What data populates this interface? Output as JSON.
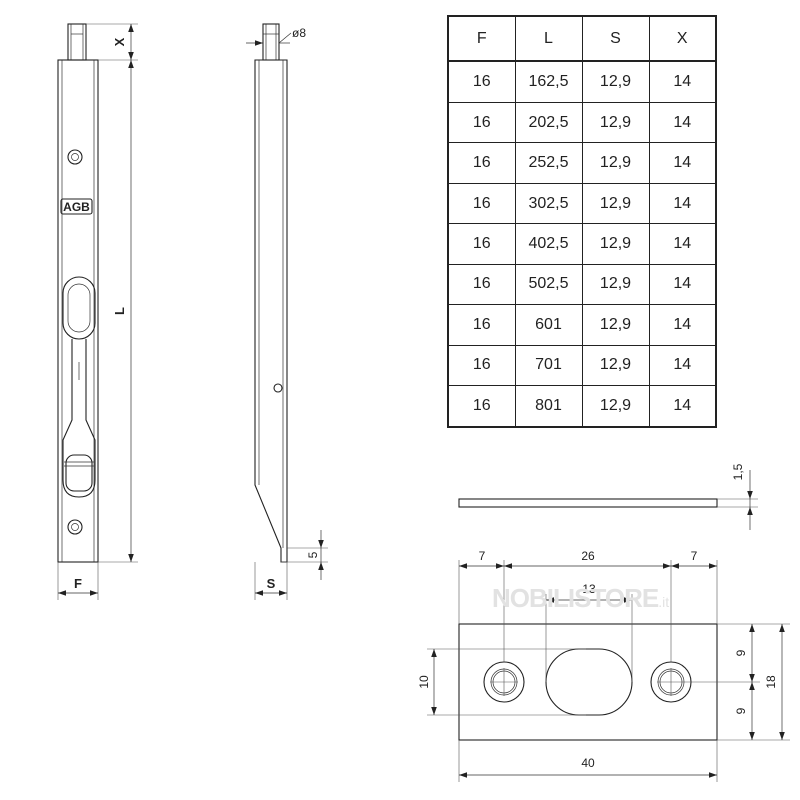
{
  "front_view": {
    "logo": "AGB"
  },
  "dimensions": {
    "x_label": "X",
    "l_label": "L",
    "f_label": "F",
    "s_label": "S",
    "pin_diameter": "ø8",
    "tip_height": "5",
    "strike_thickness": "1,5",
    "left_margin": "7",
    "center_span": "26",
    "right_margin": "7",
    "slot_width": "13",
    "total_width": "40",
    "slot_height": "10",
    "upper_half": "9",
    "lower_half": "9",
    "total_height": "18"
  },
  "table": {
    "headers": [
      "F",
      "L",
      "S",
      "X"
    ],
    "rows": [
      [
        "16",
        "162,5",
        "12,9",
        "14"
      ],
      [
        "16",
        "202,5",
        "12,9",
        "14"
      ],
      [
        "16",
        "252,5",
        "12,9",
        "14"
      ],
      [
        "16",
        "302,5",
        "12,9",
        "14"
      ],
      [
        "16",
        "402,5",
        "12,9",
        "14"
      ],
      [
        "16",
        "502,5",
        "12,9",
        "14"
      ],
      [
        "16",
        "601",
        "12,9",
        "14"
      ],
      [
        "16",
        "701",
        "12,9",
        "14"
      ],
      [
        "16",
        "801",
        "12,9",
        "14"
      ]
    ]
  },
  "watermark": {
    "text": "NOBILISTORE",
    "tld": ".it"
  }
}
